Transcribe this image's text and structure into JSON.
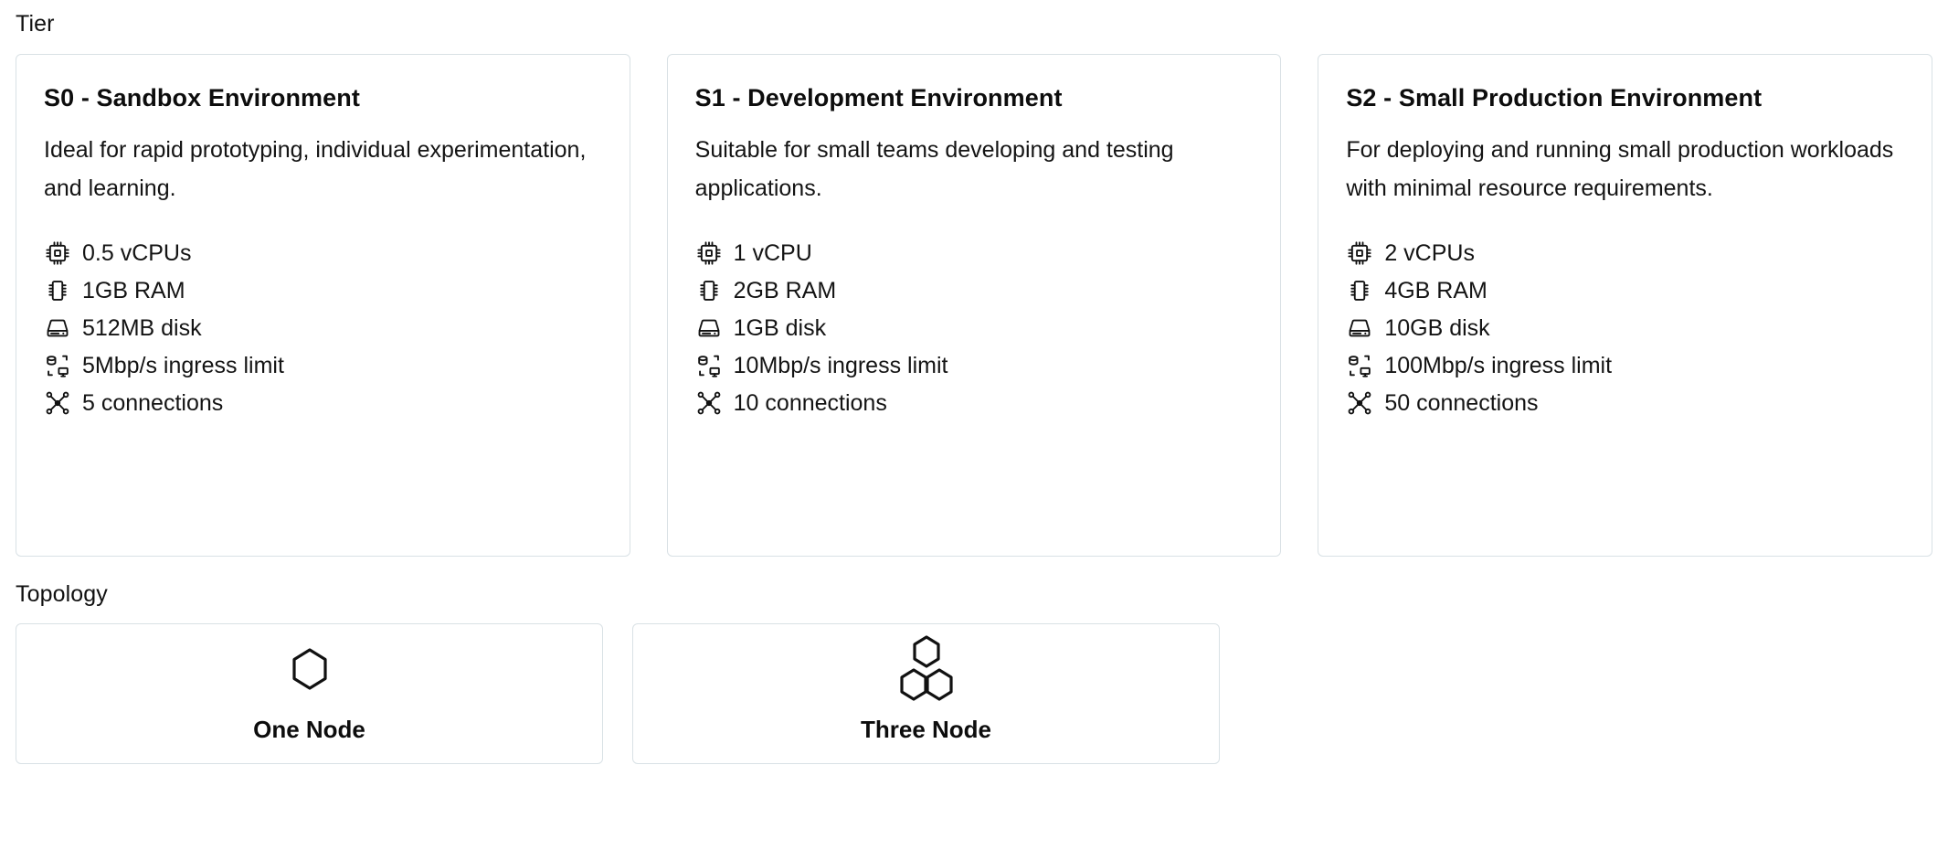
{
  "sections": {
    "tier_label": "Tier",
    "topology_label": "Topology"
  },
  "colors": {
    "card_border": "#d9e1e5",
    "text": "#141414",
    "background": "#ffffff"
  },
  "tiers": [
    {
      "title": "S0 - Sandbox Environment",
      "description": "Ideal for rapid prototyping, individual experimentation, and learning.",
      "specs": [
        {
          "icon": "cpu-icon",
          "text": "0.5 vCPUs"
        },
        {
          "icon": "memory-icon",
          "text": "1GB RAM"
        },
        {
          "icon": "hard-drive-icon",
          "text": "512MB disk"
        },
        {
          "icon": "network-ingress-icon",
          "text": "5Mbp/s ingress limit"
        },
        {
          "icon": "connections-icon",
          "text": "5 connections"
        }
      ]
    },
    {
      "title": "S1 - Development Environment",
      "description": "Suitable for small teams developing and testing applications.",
      "specs": [
        {
          "icon": "cpu-icon",
          "text": "1 vCPU"
        },
        {
          "icon": "memory-icon",
          "text": "2GB RAM"
        },
        {
          "icon": "hard-drive-icon",
          "text": "1GB disk"
        },
        {
          "icon": "network-ingress-icon",
          "text": "10Mbp/s ingress limit"
        },
        {
          "icon": "connections-icon",
          "text": "10 connections"
        }
      ]
    },
    {
      "title": "S2 - Small Production Environment",
      "description": "For deploying and running small production workloads with minimal resource requirements.",
      "specs": [
        {
          "icon": "cpu-icon",
          "text": "2 vCPUs"
        },
        {
          "icon": "memory-icon",
          "text": "4GB RAM"
        },
        {
          "icon": "hard-drive-icon",
          "text": "10GB disk"
        },
        {
          "icon": "network-ingress-icon",
          "text": "100Mbp/s ingress limit"
        },
        {
          "icon": "connections-icon",
          "text": "50 connections"
        }
      ]
    }
  ],
  "topologies": [
    {
      "label": "One Node",
      "icon": "single-hexagon-icon"
    },
    {
      "label": "Three Node",
      "icon": "triple-hexagon-icon"
    }
  ]
}
